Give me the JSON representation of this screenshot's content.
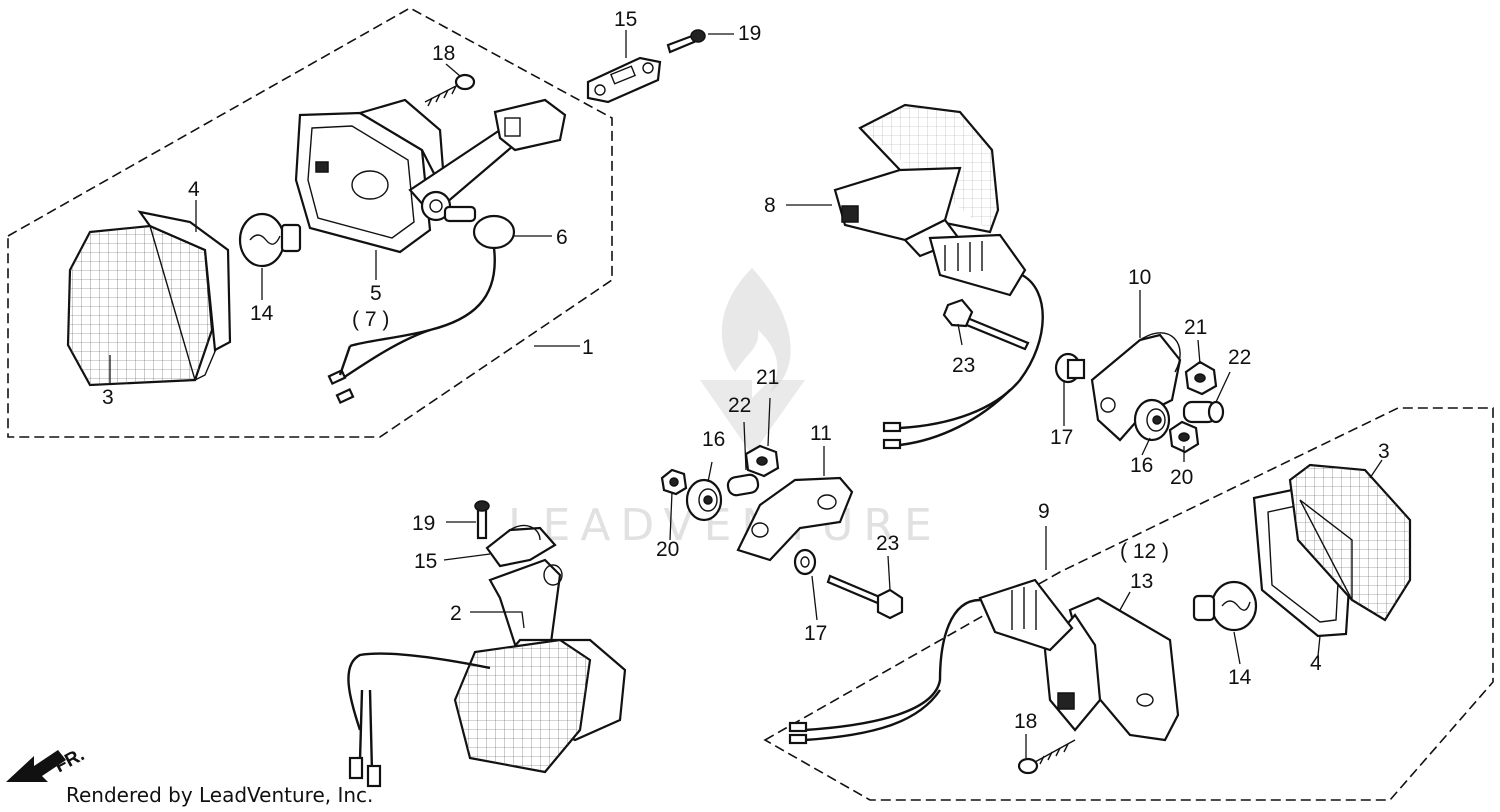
{
  "diagram": {
    "callouts": {
      "c1": "1",
      "c2": "2",
      "c3a": "3",
      "c3b": "3",
      "c4a": "4",
      "c4b": "4",
      "c5": "5",
      "c7": "( 7 )",
      "c6": "6",
      "c8": "8",
      "c9": "9",
      "c10": "10",
      "c11": "11",
      "c12": "( 12 )",
      "c13": "13",
      "c14a": "14",
      "c14b": "14",
      "c15a": "15",
      "c15b": "15",
      "c16a": "16",
      "c16b": "16",
      "c17a": "17",
      "c17b": "17",
      "c18a": "18",
      "c18b": "18",
      "c19a": "19",
      "c19b": "19",
      "c20a": "20",
      "c20b": "20",
      "c21a": "21",
      "c21b": "21",
      "c22a": "22",
      "c22b": "22",
      "c23a": "23",
      "c23b": "23"
    },
    "direction_label": "FR.",
    "watermark_text": "LEADVENTURE",
    "footer": "Rendered by LeadVenture, Inc."
  },
  "colors": {
    "ink": "#111111",
    "watermark": "#c9c9c9",
    "background": "#ffffff"
  }
}
